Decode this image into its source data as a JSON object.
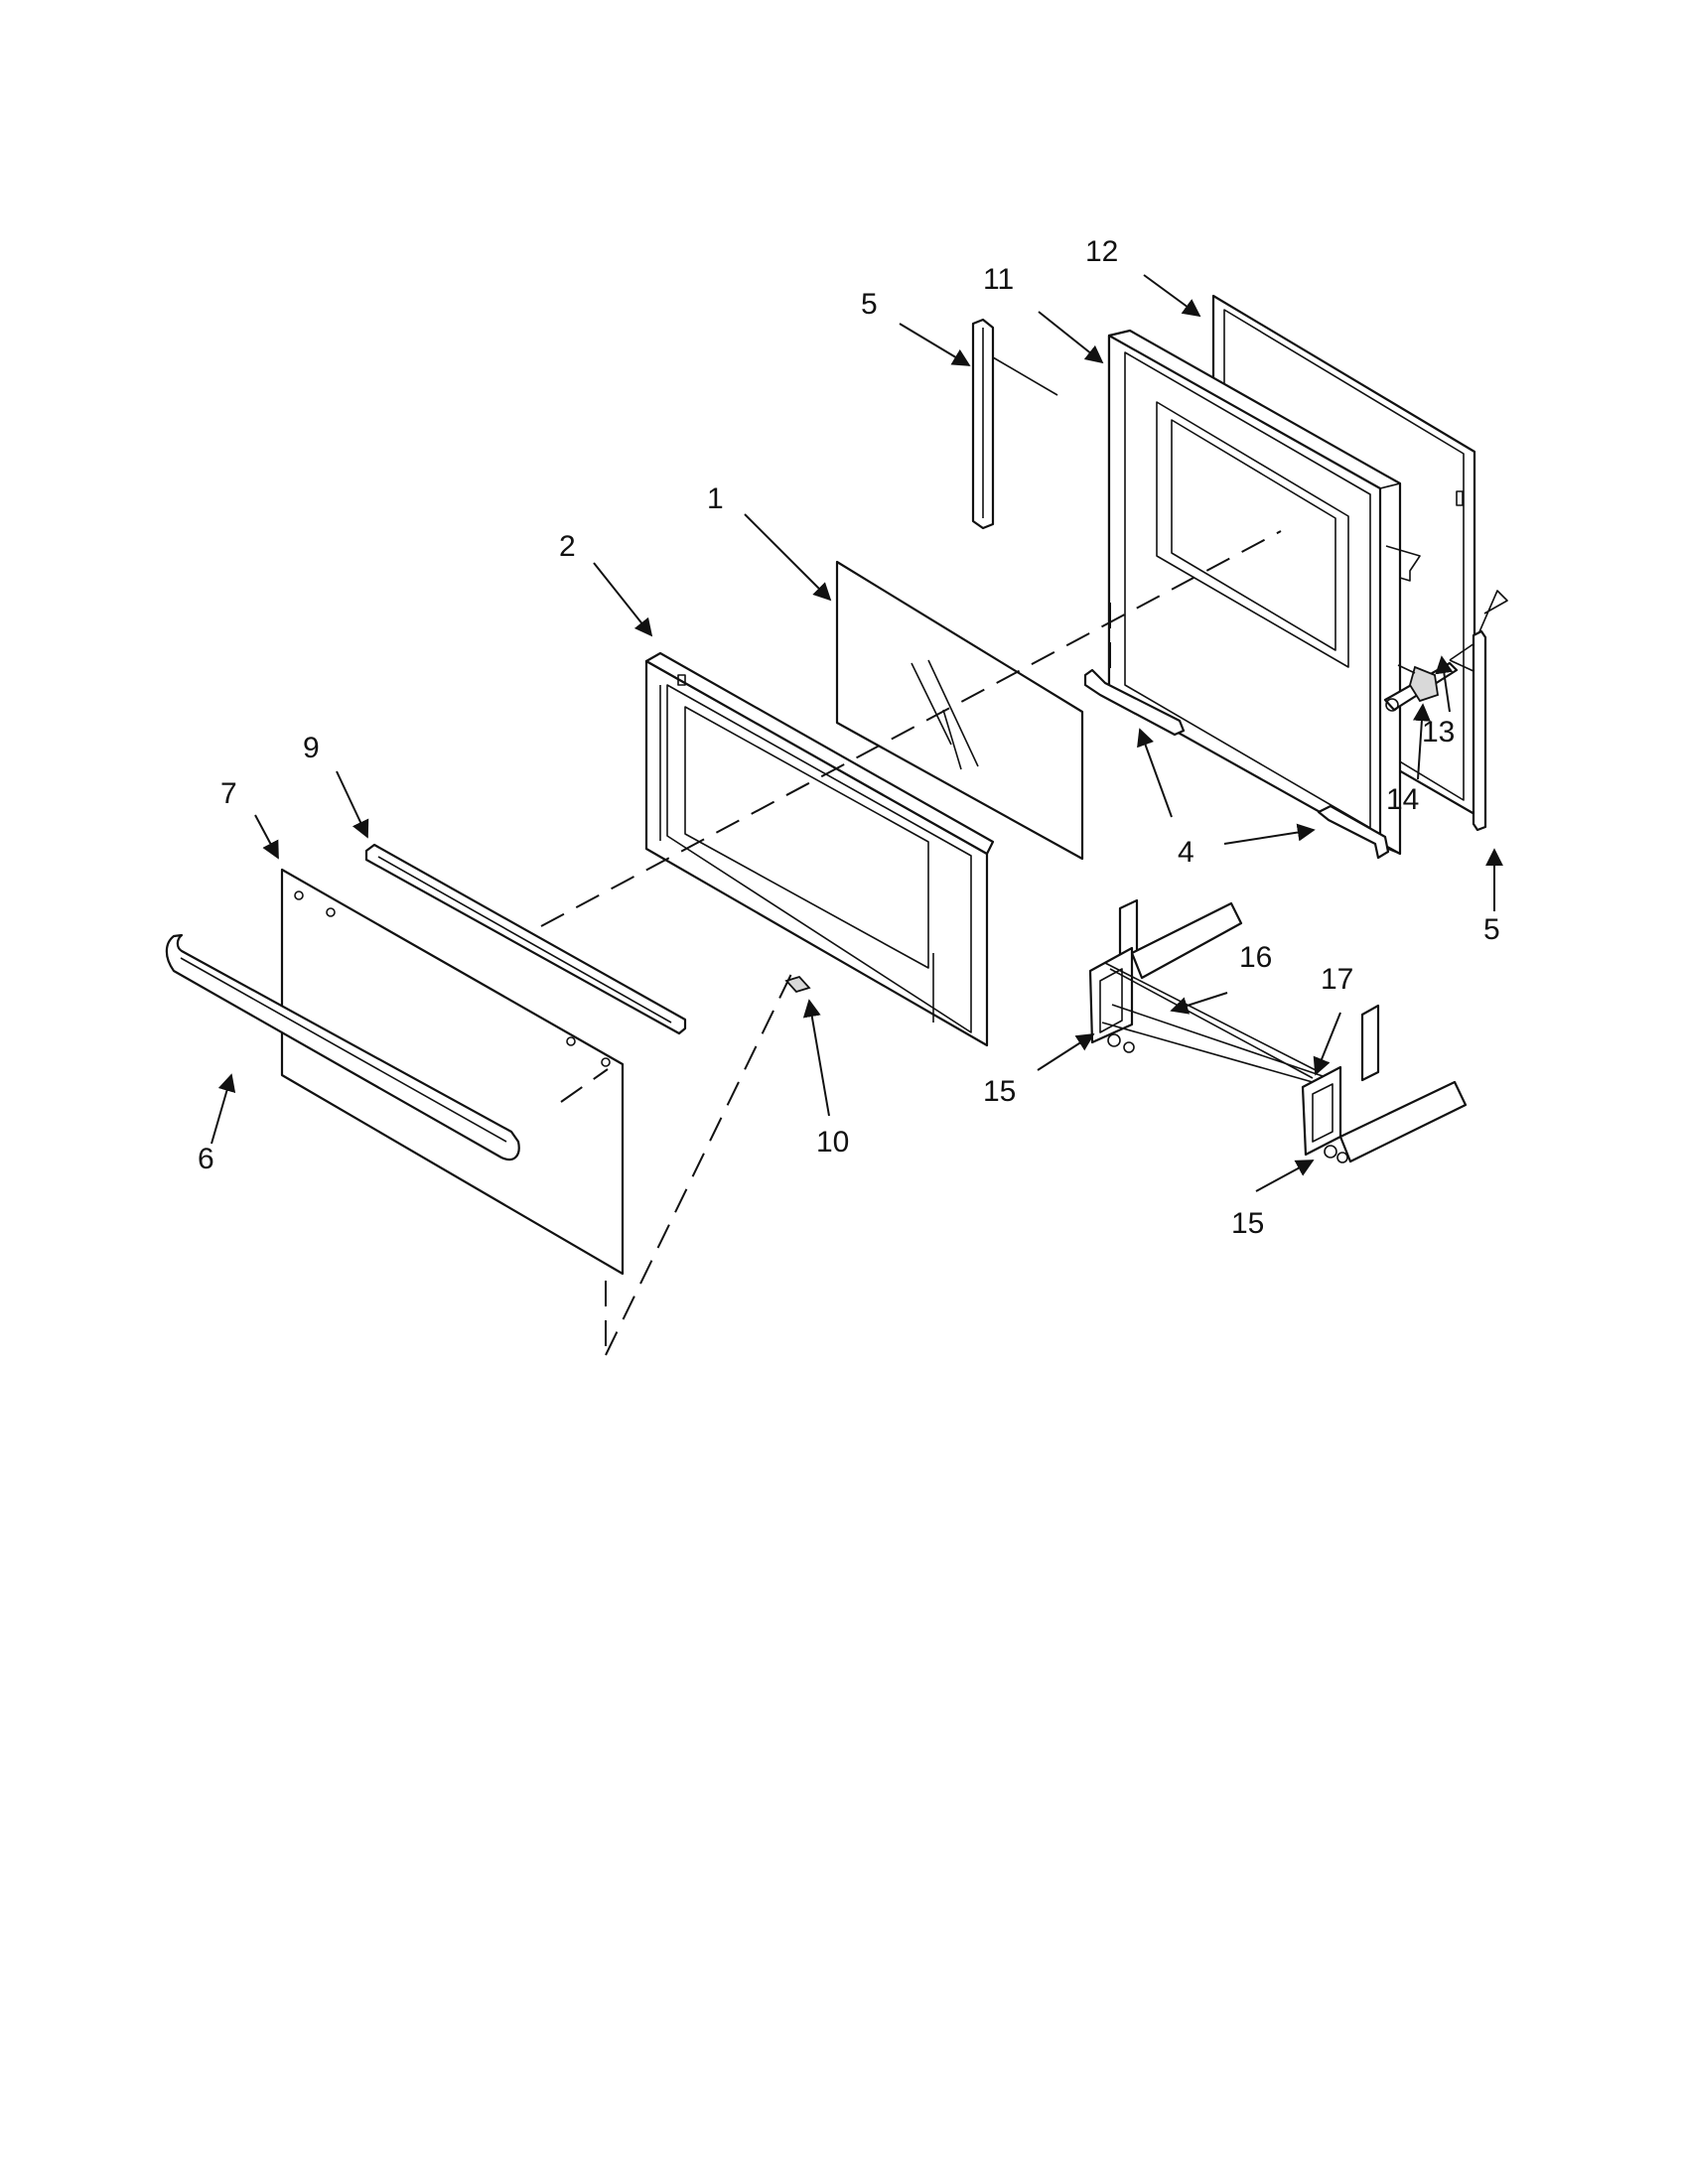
{
  "callouts": [
    {
      "id": "c1",
      "label": "1"
    },
    {
      "id": "c2",
      "label": "2"
    },
    {
      "id": "c4",
      "label": "4"
    },
    {
      "id": "c5a",
      "label": "5"
    },
    {
      "id": "c5b",
      "label": "5"
    },
    {
      "id": "c6",
      "label": "6"
    },
    {
      "id": "c7",
      "label": "7"
    },
    {
      "id": "c9",
      "label": "9"
    },
    {
      "id": "c10",
      "label": "10"
    },
    {
      "id": "c11",
      "label": "11"
    },
    {
      "id": "c12",
      "label": "12"
    },
    {
      "id": "c13",
      "label": "13"
    },
    {
      "id": "c14",
      "label": "14"
    },
    {
      "id": "c15a",
      "label": "15"
    },
    {
      "id": "c15b",
      "label": "15"
    },
    {
      "id": "c16",
      "label": "16"
    },
    {
      "id": "c17",
      "label": "17"
    }
  ]
}
